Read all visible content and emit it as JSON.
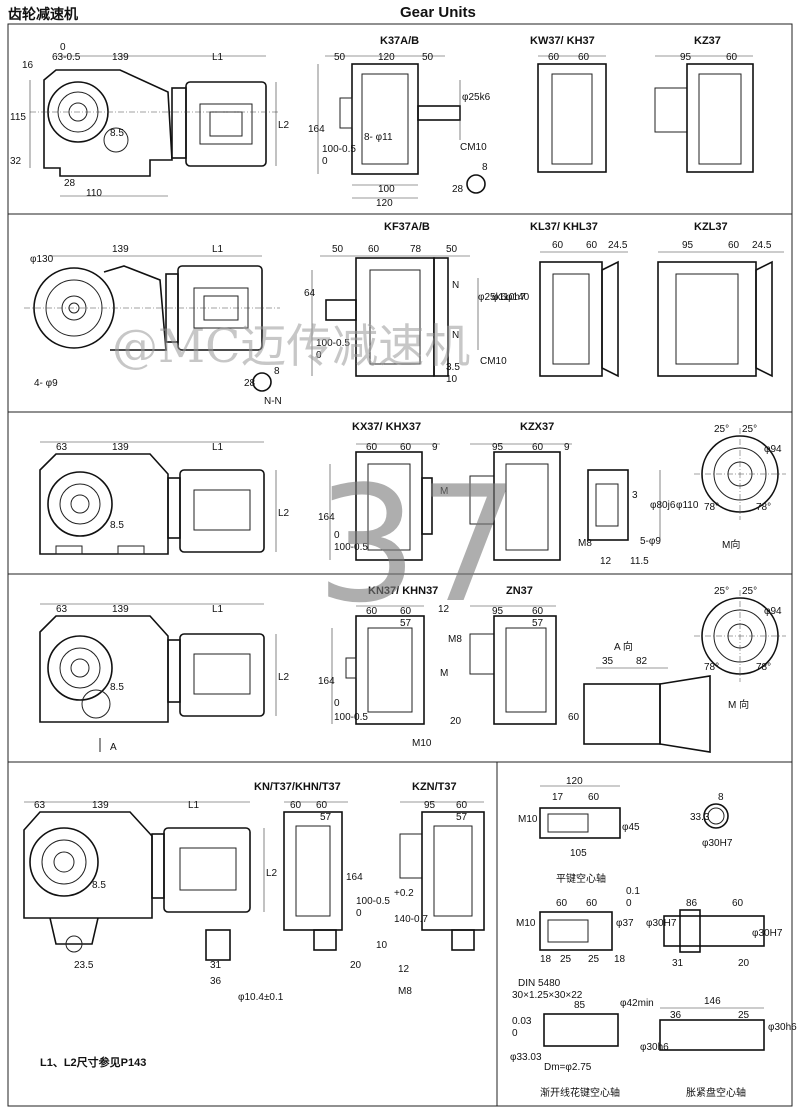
{
  "header": {
    "title_cn": "齿轮减速机",
    "title_en": "Gear Units"
  },
  "watermark": {
    "text": "@MC迈传减速机",
    "series": "37"
  },
  "footnote": "L1、L2尺寸参见P143",
  "sections": [
    {
      "views": [
        "K37A/B",
        "KW37/ KH37",
        "KZ37"
      ],
      "dims": [
        "0",
        "63-0.5",
        "139",
        "L1",
        "16",
        "115",
        "32",
        "28",
        "110",
        "8.5",
        "L2",
        "50",
        "120",
        "50",
        "164",
        "100-0.5",
        "0",
        "8- φ11",
        "φ25k6",
        "CM10",
        "100",
        "120",
        "28",
        "8",
        "60",
        "60",
        "95",
        "60"
      ]
    },
    {
      "views": [
        "KF37A/B",
        "KL37/ KHL37",
        "KZL37"
      ],
      "dims": [
        "φ130",
        "139",
        "L1",
        "4- φ9",
        "28",
        "8",
        "N-N",
        "50",
        "60",
        "78",
        "50",
        "64",
        "100-0.5",
        "0",
        "N",
        "N",
        "φ25k6",
        "φ110h7",
        "φ140",
        "3.5",
        "10",
        "CM10",
        "60",
        "60",
        "24.5",
        "95",
        "60",
        "24.5"
      ]
    },
    {
      "views": [
        "KX37/ KHX37",
        "KZX37",
        "M向"
      ],
      "dims": [
        "63",
        "139",
        "L1",
        "8.5",
        "L2",
        "60",
        "60",
        "9",
        "164",
        "100-0.5",
        "0",
        "M",
        "95",
        "60",
        "9",
        "3",
        "φ80j6",
        "φ110",
        "5-φ9",
        "M8",
        "12",
        "11.5",
        "25°",
        "25°",
        "φ94",
        "78°",
        "78°"
      ]
    },
    {
      "views": [
        "KN37/ KHN37",
        "ZN37",
        "A 向",
        "M 向"
      ],
      "dims": [
        "63",
        "139",
        "L1",
        "8.5",
        "L2",
        "A",
        "60",
        "60",
        "57",
        "164",
        "100-0.5",
        "0",
        "M",
        "12",
        "M8",
        "20",
        "M10",
        "95",
        "60",
        "57",
        "35",
        "82",
        "60",
        "25°",
        "25°",
        "φ94",
        "78°",
        "78°"
      ]
    },
    {
      "views": [
        "KN/T37/KHN/T37",
        "KZN/T37",
        "平键空心轴",
        "渐开线花键空心轴",
        "胀紧盘空心轴"
      ],
      "dims": [
        "63",
        "139",
        "L1",
        "8.5",
        "L2",
        "23.5",
        "31",
        "36",
        "φ10.4±0.1",
        "60",
        "60",
        "57",
        "164",
        "100-0.5",
        "0",
        "+0.2",
        "140-0.7",
        "10",
        "20",
        "12",
        "M8",
        "95",
        "60",
        "57",
        "120",
        "17",
        "60",
        "M10",
        "φ45",
        "105",
        "8",
        "33.3",
        "φ30H7",
        "60",
        "60",
        "M10",
        "φ37",
        "0.1",
        "0",
        "18",
        "25",
        "25",
        "18",
        "86",
        "60",
        "φ30H7",
        "φ30H7",
        "31",
        "20",
        "DIN 5480",
        "30×1.25×30×22",
        "0.03",
        "0",
        "85",
        "φ42min",
        "φ33.03",
        "Dm=φ2.75",
        "146",
        "36",
        "25",
        "φ30h6",
        "φ30h6"
      ]
    }
  ]
}
